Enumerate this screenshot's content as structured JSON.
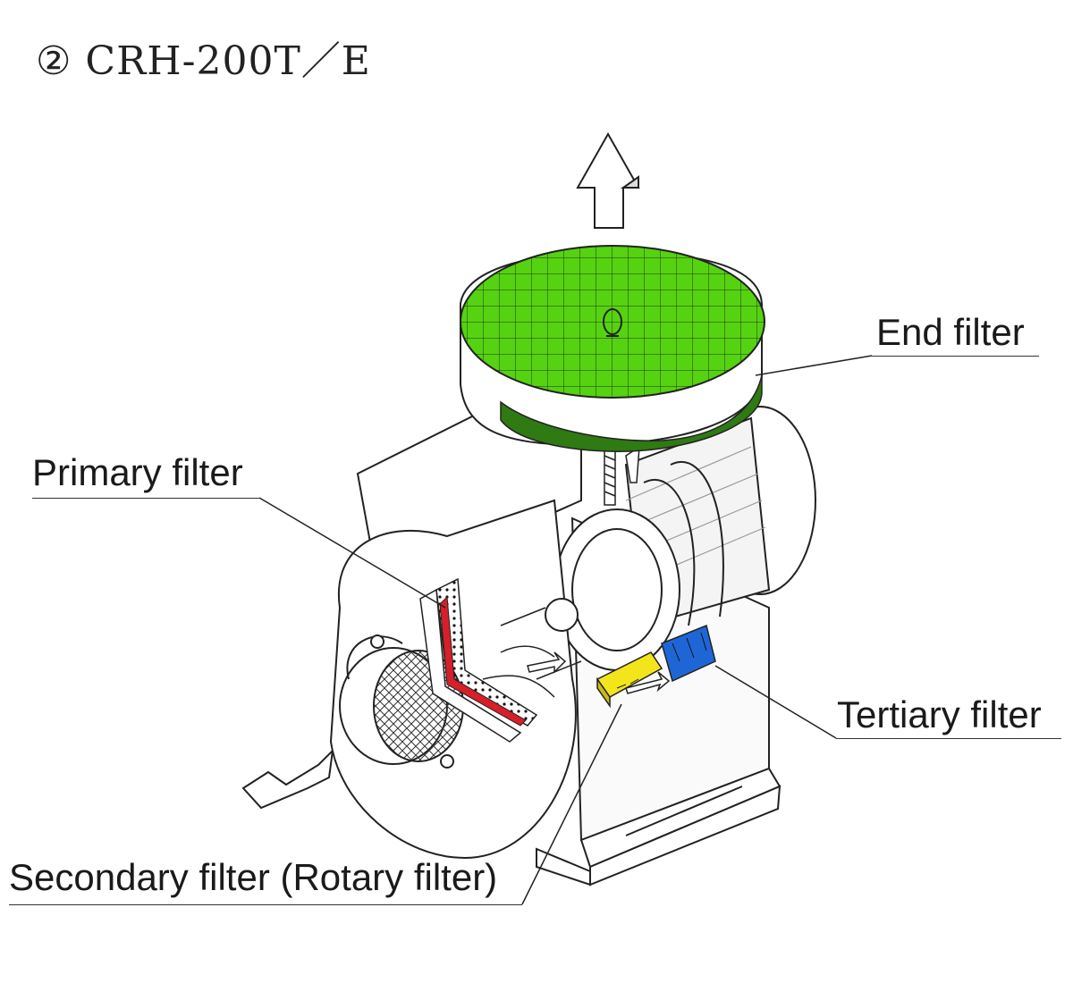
{
  "title": "② CRH-200T／E",
  "labels": {
    "end_filter": "End filter",
    "primary_filter": "Primary filter",
    "tertiary_filter": "Tertiary filter",
    "secondary_filter": "Secondary filter (Rotary filter)"
  },
  "colors": {
    "end_filter": "#55d311",
    "end_filter_edge": "#2f7a12",
    "primary_filter": "#d61f2a",
    "secondary_filter": "#f3e51b",
    "tertiary_filter": "#1e66d6",
    "line": "#222222"
  }
}
